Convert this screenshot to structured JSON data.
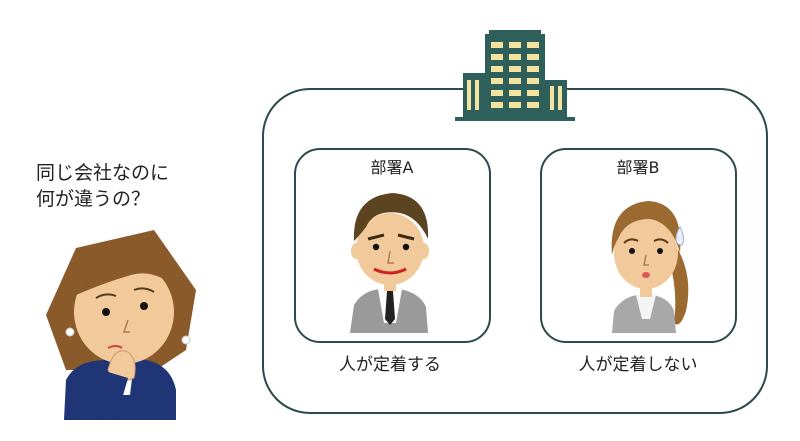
{
  "question": {
    "line1": "同じ会社なのに",
    "line2": "何が違うの？"
  },
  "departments": [
    {
      "label": "部署A",
      "caption": "人が定着する"
    },
    {
      "label": "部署B",
      "caption": "人が定着しない"
    }
  ],
  "icons": [
    "building-icon",
    "thinking-woman-icon",
    "smiling-man-icon",
    "worried-woman-icon"
  ],
  "colors": {
    "frame": "#2c4a4a",
    "building": "#2f5f5a",
    "window": "#f3e3a0",
    "skin": "#f2c99a",
    "hair": "#8b5a2b",
    "suit_navy": "#1f3575",
    "suit_gray": "#9a9a9a"
  }
}
